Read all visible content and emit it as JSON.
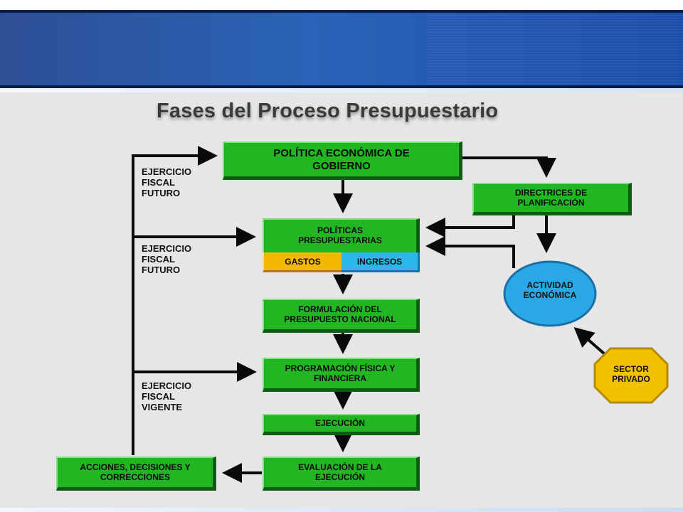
{
  "title": "Fases del Proceso Presupuestario",
  "boxes": {
    "politica_economica": "POLÍTICA ECONÓMICA DE GOBIERNO",
    "directrices": "DIRECTRICES DE PLANIFICACIÓN",
    "politicas_presupuestarias": "POLÍTICAS PRESUPUESTARIAS",
    "gastos": "GASTOS",
    "ingresos": "INGRESOS",
    "formulacion": "FORMULACIÓN DEL PRESUPUESTO NACIONAL",
    "programacion": "PROGRAMACIÓN FÍSICA Y FINANCIERA",
    "ejecucion": "EJECUCIÓN",
    "evaluacion": "EVALUACIÓN DE LA EJECUCIÓN",
    "acciones": "ACCIONES, DECISIONES Y CORRECCIONES",
    "actividad": "ACTIVIDAD ECONÓMICA",
    "sector": "SECTOR PRIVADO"
  },
  "labels": {
    "futuro_1": "EJERCICIO FISCAL FUTURO",
    "futuro_2": "EJERCICIO FISCAL FUTURO",
    "vigente": "EJERCICIO FISCAL VIGENTE"
  },
  "colors": {
    "box_green": "#23b623",
    "gastos": "#f5b800",
    "ingresos": "#2ab8ea",
    "actividad": "#2aa8e6",
    "sector": "#f2c200"
  }
}
